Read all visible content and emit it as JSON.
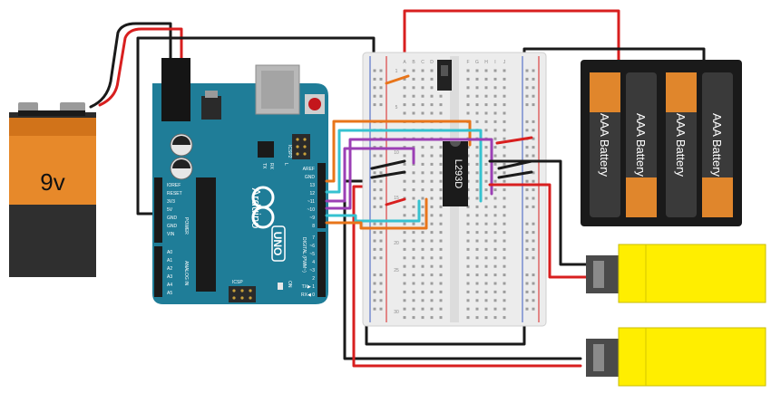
{
  "battery_9v": {
    "label": "9v"
  },
  "arduino": {
    "brand": "Arduino",
    "model": "UNO",
    "reset_label": "RESET",
    "icsp_label": "ICSP",
    "icsp2_label": "ICSP2",
    "on_label": "ON",
    "tx_label": "TX",
    "rx_label": "RX",
    "l_label": "L",
    "digital_label": "DIGITAL (PWM~)",
    "power_label": "POWER",
    "analog_label": "ANALOG IN",
    "power_pins": [
      "IOREF",
      "RESET",
      "3V3",
      "5V",
      "GND",
      "GND",
      "VIN"
    ],
    "analog_pins": [
      "A0",
      "A1",
      "A2",
      "A3",
      "A4",
      "A5"
    ],
    "top_pins": [
      "AREF",
      "GND",
      "13",
      "12",
      "~11",
      "~10",
      "~9",
      "8"
    ],
    "bottom_pins": [
      "7",
      "~6",
      "~5",
      "4",
      "~3",
      "2",
      "TX▶ 1",
      "RX◀ 0"
    ]
  },
  "breadboard": {
    "chip_label": "L293D",
    "col_letters": [
      "A",
      "B",
      "C",
      "D",
      "E",
      "F",
      "G",
      "H",
      "I",
      "J"
    ],
    "row_numbers": [
      "1",
      "5",
      "10",
      "15",
      "20",
      "25",
      "30"
    ]
  },
  "battery_pack": {
    "cell_label": "AAA Battery",
    "cells": [
      "AAA Battery",
      "AAA Battery",
      "AAA Battery",
      "AAA Battery"
    ]
  },
  "motors": [
    {
      "id": "motor-1"
    },
    {
      "id": "motor-2"
    }
  ],
  "colors": {
    "arduino_board": "#1f7d98",
    "breadboard": "#ececec",
    "battery_orange": "#e07a20",
    "battery_body": "#3a3a3a",
    "wire_red": "#d81f1f",
    "wire_black": "#1a1a1a",
    "wire_orange": "#e8751a",
    "wire_purple": "#9b3fb5",
    "wire_cyan": "#35c2d0",
    "motor_yellow": "#ffee00"
  }
}
